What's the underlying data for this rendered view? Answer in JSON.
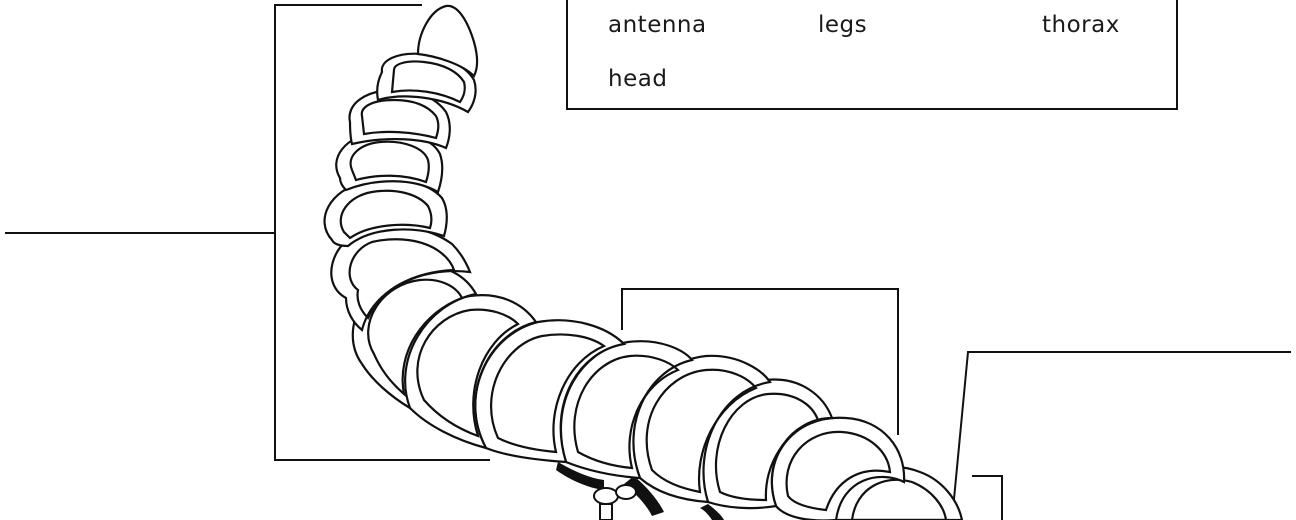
{
  "word_bank": {
    "words": [
      "antenna",
      "legs",
      "thorax",
      "head"
    ]
  },
  "diagram": {
    "subject": "larva-illustration",
    "labels": [
      "",
      "",
      "",
      ""
    ]
  },
  "colors": {
    "line": "#111111",
    "segment_fill": "#ffffff",
    "leg_fill": "#111111"
  }
}
